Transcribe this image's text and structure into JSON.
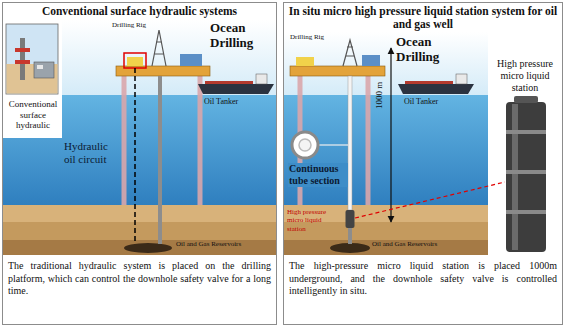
{
  "diagram": {
    "nodes": [
      {
        "text": [
          "Conventional surface hydraulic systems",
          "The traditional hydraulic system is placed on the drilling platform, which can control the downhole safety valve for a long time."
        ]
      },
      {
        "text": [
          "In situ micro high pressure liquid station system for oil and gas well",
          "The high-pressure micro liquid station is placed 1000m underground, and the downhole safety valve is controlled intelligently in situ."
        ]
      }
    ],
    "labels": [
      "Drilling Rig",
      "Ocean Drilling",
      "Conventional surface hydraulic",
      "Oil Tanker",
      "Hydraulic oil circuit",
      "Oil and Gas Reservoirs",
      "Drilling Rig",
      "Ocean Drilling",
      "1000 m",
      "Oil Tanker",
      "High pressure micro liquid station",
      "Continuous tube section",
      "High pressure micro liquid station",
      "Oil and Gas Reservoirs"
    ]
  }
}
